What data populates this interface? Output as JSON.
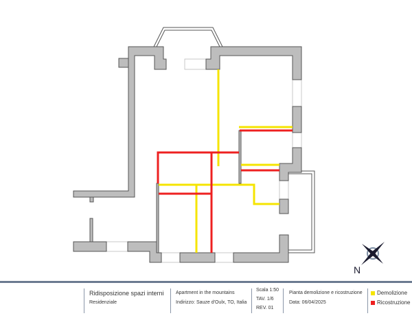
{
  "title_block": {
    "project_title": "Ridisposizione spazi interni",
    "project_type": "Residenziale",
    "name": "Apartment in the mountains",
    "address": "Indirizzo: Sauze d'Oulx, TO, Italia",
    "scale": "Scala 1:50",
    "sheet": "TAV. 1/6",
    "revision": "REV. 01",
    "drawing_title": "Pianta demolizione e ricostruzione",
    "date": "Data: 06/04/2025"
  },
  "legend": [
    {
      "label": "Demolizione",
      "color": "#f5e400"
    },
    {
      "label": "Ricostruzione",
      "color": "#ee2020"
    }
  ],
  "compass": {
    "label": "N"
  }
}
